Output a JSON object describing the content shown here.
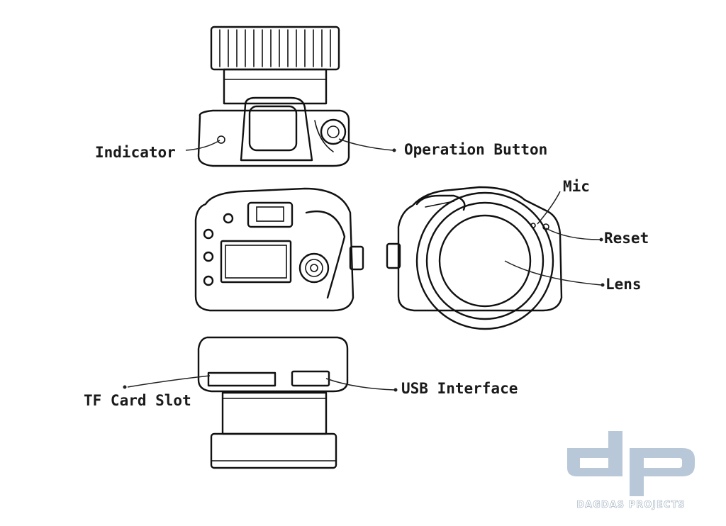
{
  "labels": {
    "indicator": "Indicator",
    "operation_button": "Operation Button",
    "mic": "Mic",
    "reset": "Reset",
    "lens": "Lens",
    "tf_card_slot": "TF Card Slot",
    "usb_interface": "USB Interface"
  },
  "watermark": {
    "logo": "dp",
    "text": "DAGDAS PROJECTS",
    "color": "#b8c8d8"
  }
}
